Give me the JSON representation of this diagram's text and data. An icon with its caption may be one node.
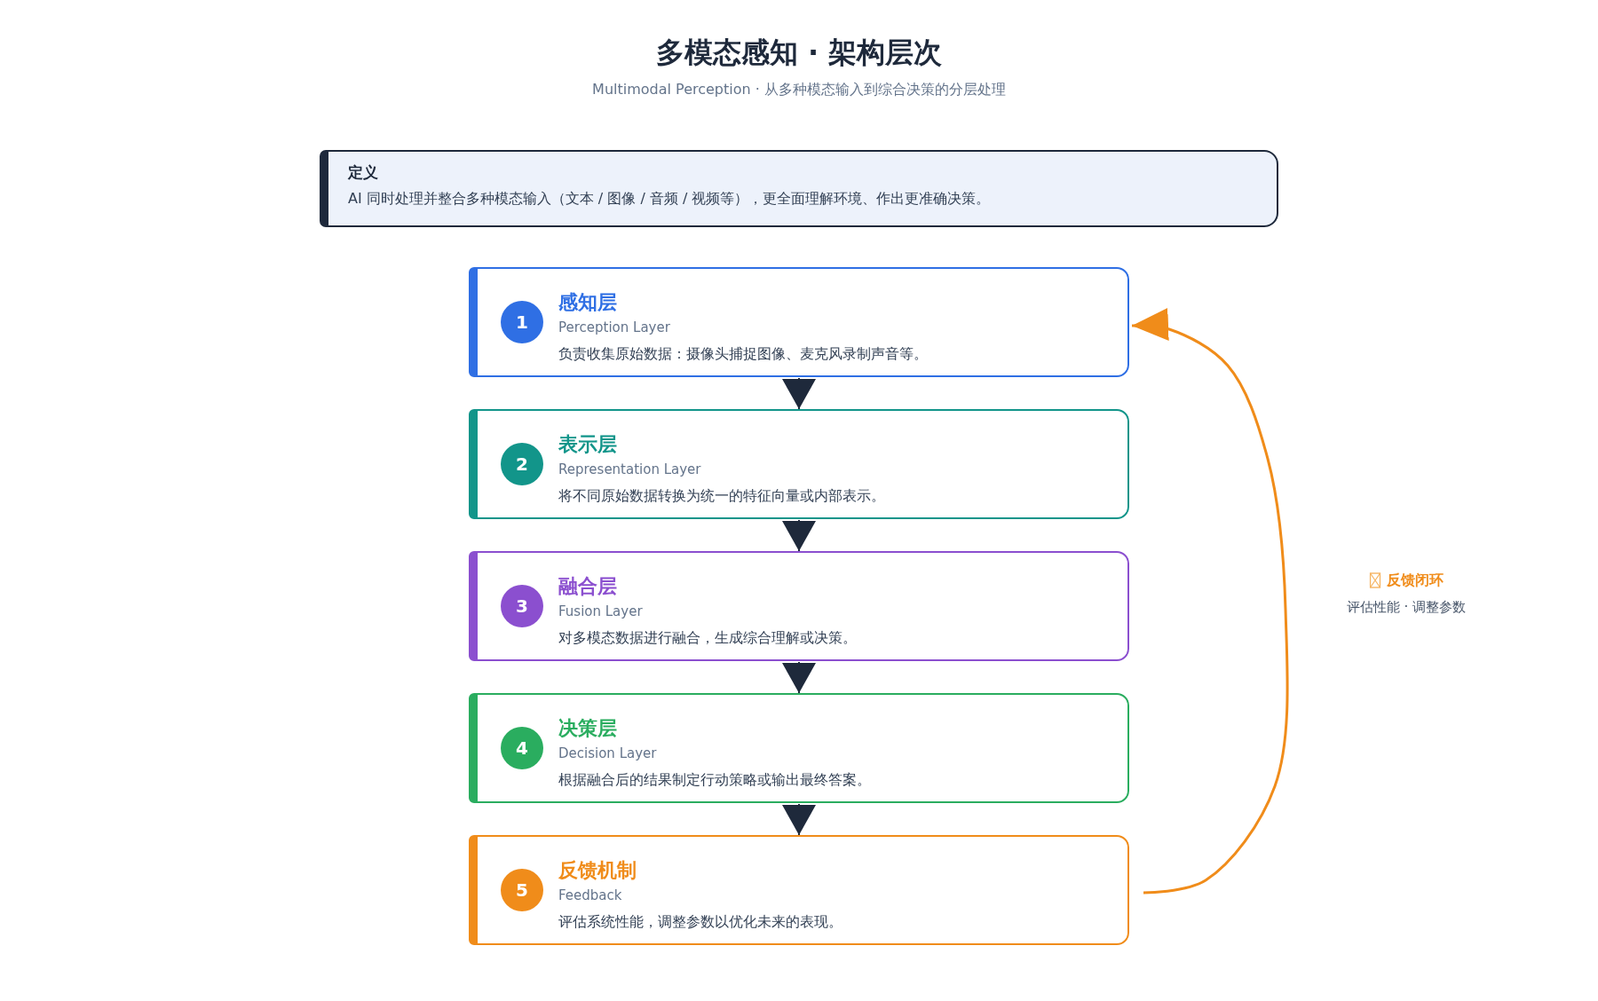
{
  "diagram": {
    "title": "多模态感知 · 架构层次",
    "nodes": [
      {
        "text": [
          "定义",
          "AI 同时处理并整合多种模态输入（文本 / 图像 / 音频 / 视频等），更全面理解环境、作出更准确决策。"
        ]
      },
      {
        "text": [
          "感知层",
          "Perception Layer",
          "负责收集原始数据：摄像头捕捉图像、麦克风录制声音等。"
        ]
      },
      {
        "text": [
          "1"
        ],
        "in": 1
      },
      {
        "text": [
          "表示层",
          "Representation Layer",
          "将不同原始数据转换为统一的特征向量或内部表示。"
        ]
      },
      {
        "text": [
          "2"
        ],
        "in": 3
      },
      {
        "text": [
          "融合层",
          "Fusion Layer",
          "对多模态数据进行融合，生成综合理解或决策。"
        ]
      },
      {
        "text": [
          "3"
        ],
        "in": 5
      },
      {
        "text": [
          "决策层",
          "Decision Layer",
          "根据融合后的结果制定行动策略或输出最终答案。"
        ]
      },
      {
        "text": [
          "4"
        ],
        "in": 7
      },
      {
        "text": [
          "反馈机制",
          "Feedback",
          "评估系统性能，调整参数以优化未来的表现。"
        ]
      },
      {
        "text": [
          "5"
        ],
        "in": 9
      }
    ],
    "edges": [
      {
        "from": 1,
        "to": 3,
        "arrow": "to"
      },
      {
        "from": 3,
        "to": 5,
        "arrow": "to"
      },
      {
        "from": 5,
        "to": 7,
        "arrow": "to"
      },
      {
        "from": 7,
        "to": 9,
        "arrow": "to"
      },
      {
        "from": 9,
        "to": 1,
        "arrow": "to",
        "color": "#f08c1a"
      }
    ],
    "labels": [
      "Multimodal Perception · 从多种模态输入到综合决策的分层处理",
      "反馈闭环",
      "评估性能 · 调整参数"
    ]
  }
}
